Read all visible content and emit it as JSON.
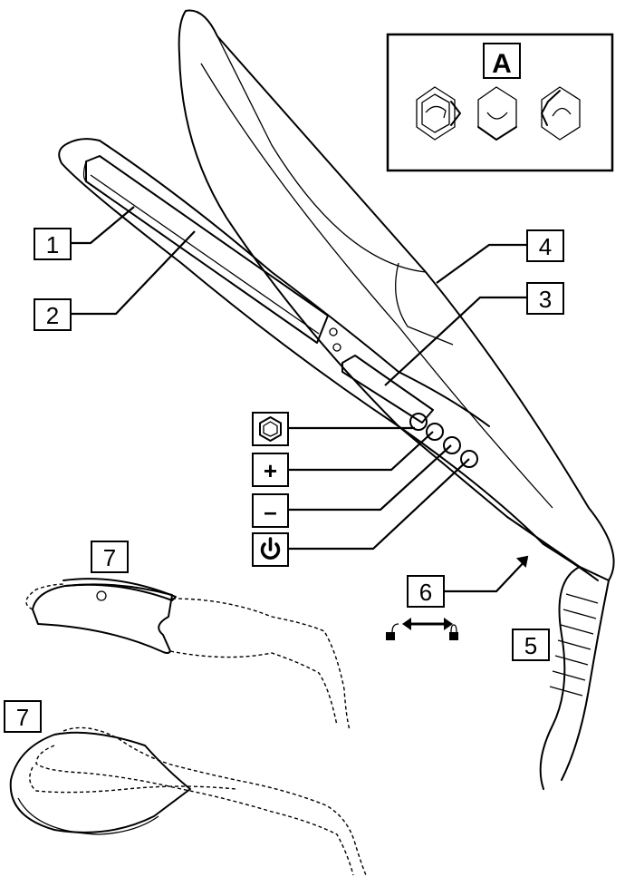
{
  "callouts": {
    "inset": "A",
    "c1": "1",
    "c2": "2",
    "c3": "3",
    "c4": "4",
    "c5": "5",
    "c6": "6",
    "c7a": "7",
    "c7b": "7"
  },
  "buttons": {
    "plus": "+",
    "minus": "–"
  },
  "icons": {
    "mode": "hexagon-mode-icon",
    "power": "power-icon",
    "lock_open": "unlock-icon",
    "lock_closed": "lock-icon",
    "rotate": "rotation-indicator-icon"
  }
}
